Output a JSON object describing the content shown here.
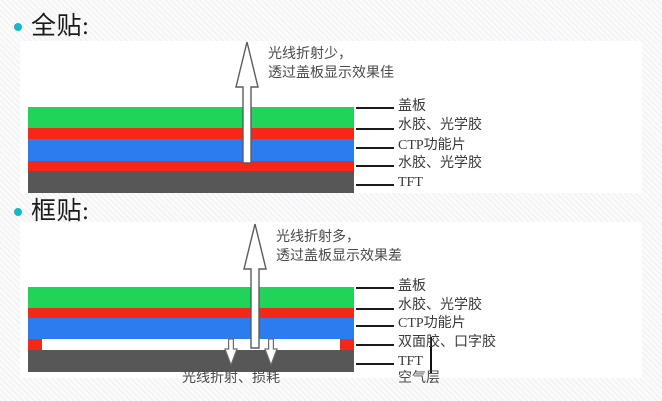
{
  "slide": {
    "sections": [
      {
        "id": "full-lamination",
        "bullet_icon": "bullet-dot-icon",
        "heading": "全贴:",
        "callout_line1": "光线折射少，",
        "callout_line2": "透过盖板显示效果佳",
        "up_arrow_icon": "up-arrow-icon",
        "layers": [
          {
            "name": "cover-plate",
            "label": "盖板",
            "color": "#20d45a"
          },
          {
            "name": "optical-glue-top",
            "label": "水胶、光学胶",
            "color": "#f42718"
          },
          {
            "name": "ctp-film",
            "label": "CTP功能片",
            "color": "#2b7def"
          },
          {
            "name": "optical-glue-bottom",
            "label": "水胶、光学胶",
            "color": "#f42718"
          },
          {
            "name": "tft-panel",
            "label": "TFT",
            "color": "#575757"
          }
        ]
      },
      {
        "id": "frame-lamination",
        "bullet_icon": "bullet-dot-icon",
        "heading": "框贴:",
        "callout_line1": "光线折射多，",
        "callout_line2": "透过盖板显示效果差",
        "up_arrow_icon": "up-arrow-icon",
        "layers": [
          {
            "name": "cover-plate",
            "label": "盖板",
            "color": "#20d45a"
          },
          {
            "name": "optical-glue-top",
            "label": "水胶、光学胶",
            "color": "#f42718"
          },
          {
            "name": "ctp-film",
            "label": "CTP功能片",
            "color": "#2b7def"
          },
          {
            "name": "frame-adhesive",
            "label": "双面胶、口字胶",
            "color": "#ffffff"
          },
          {
            "name": "tft-panel",
            "label": "TFT",
            "color": "#575757"
          }
        ],
        "bottom_notes": [
          {
            "name": "refraction-loss-note",
            "label": "光线折射、损耗",
            "arrow_icon": "down-arrow-icon"
          },
          {
            "name": "air-layer-note",
            "label": "空气层",
            "arrow_icon": "pointer-line-icon"
          }
        ]
      }
    ]
  },
  "colors": {
    "bullet": "#16b8c8",
    "cover": "#20d45a",
    "glue": "#f42718",
    "ctp": "#2b7def",
    "tft": "#575757",
    "air": "#ffffff",
    "leader_line": "#1a1a1a",
    "text": "#3a3a3a",
    "panel_bg": "#ffffff",
    "page_bg": "#fbfbfb"
  }
}
